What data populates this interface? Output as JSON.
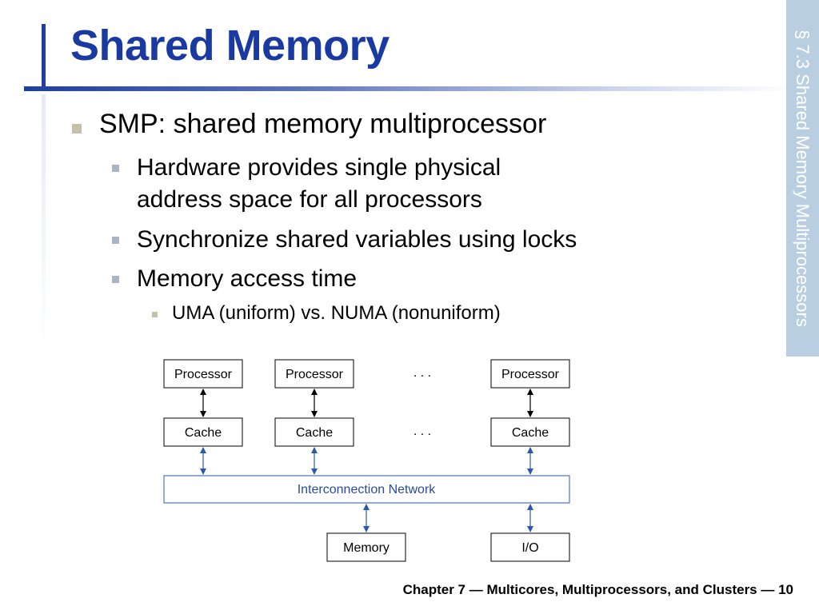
{
  "slide": {
    "title": "Shared Memory",
    "side_tab": "§ 7.3 Shared Memory Multiprocessors",
    "bullets": [
      {
        "text": "SMP: shared memory multiprocessor"
      },
      {
        "text": "Hardware provides single physical address space for all processors"
      },
      {
        "text": "Synchronize shared variables using locks"
      },
      {
        "text": "Memory access time"
      },
      {
        "text": "UMA (uniform) vs. NUMA (nonuniform)"
      }
    ],
    "footer": "Chapter 7 — Multicores, Multiprocessors, and Clusters — 10"
  },
  "diagram": {
    "processors": [
      "Processor",
      "Processor",
      "Processor"
    ],
    "processor_ellipsis": ". . .",
    "caches": [
      "Cache",
      "Cache",
      "Cache"
    ],
    "cache_ellipsis": ". . .",
    "network": "Interconnection Network",
    "memory": "Memory",
    "io": "I/O"
  },
  "colors": {
    "title": "#1a3aa2",
    "accent_bar": "#1f3fa0",
    "side_tab": "#b9cfe1",
    "arrow_blue": "#2a5aa8"
  }
}
